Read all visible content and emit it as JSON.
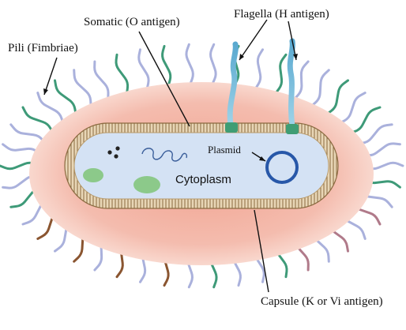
{
  "labels": {
    "somatic": "Somatic (O antigen)",
    "flagella": "Flagella (H antigen)",
    "pili": "Pili (Fimbriae)",
    "plasmid": "Plasmid",
    "cytoplasm": "Cytoplasm",
    "capsule": "Capsule (K or Vi antigen)"
  },
  "colors": {
    "capsule": "#f4c3b4",
    "capsule_core": "#f1a390",
    "cytoplasm": "#d4e2f4",
    "membrane": "#c8a67a",
    "membrane_line": "#8a6a40",
    "pili_green": "#3e9a78",
    "pili_lavender": "#aab1dc",
    "pili_brown": "#8a5530",
    "pili_rose": "#b07a8a",
    "flagella": "#7bbcd8",
    "flagella_base": "#3f9d74",
    "plasmid": "#2757a8",
    "inclusion_green": "#8cc98a",
    "nucleoid": "#3a5e9a"
  }
}
